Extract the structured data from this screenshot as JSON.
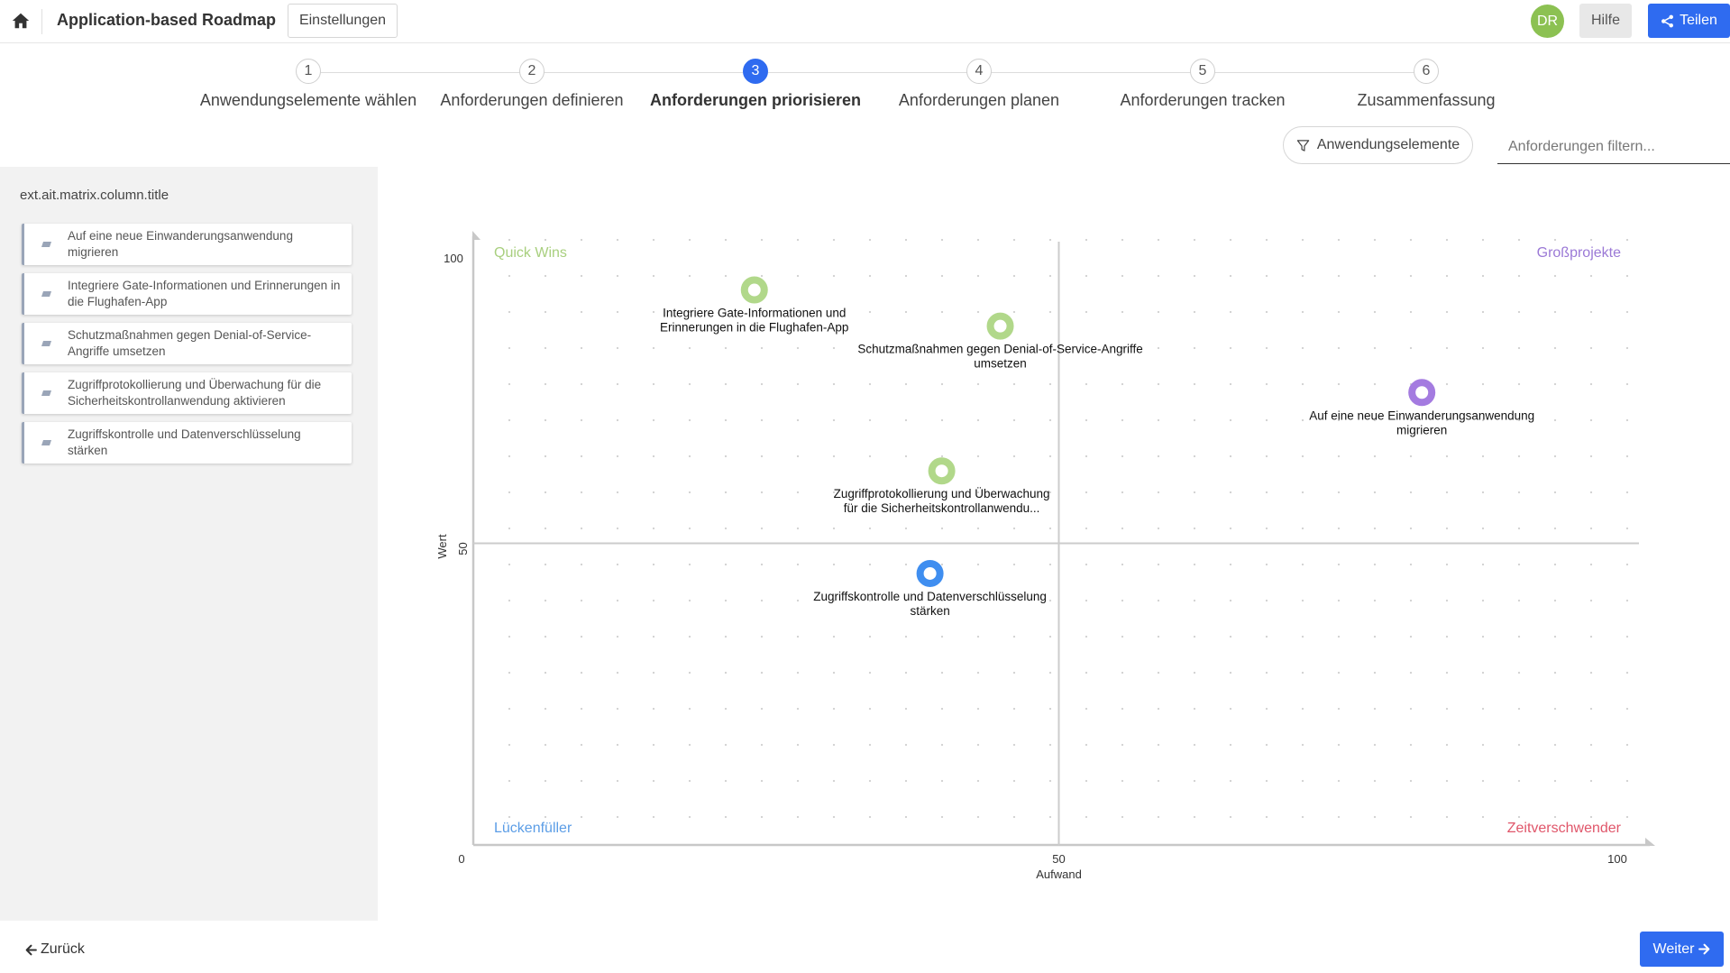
{
  "header": {
    "home_icon": "home-icon",
    "app_title": "Application-based Roadmap",
    "settings_label": "Einstellungen",
    "avatar_initials": "DR",
    "help_label": "Hilfe",
    "share_label": "Teilen",
    "share_icon": "share-icon",
    "accent_color": "#2f6bf0"
  },
  "stepper": {
    "steps": [
      {
        "num": "1",
        "label": "Anwendungselemente wählen"
      },
      {
        "num": "2",
        "label": "Anforderungen definieren"
      },
      {
        "num": "3",
        "label": "Anforderungen priorisieren",
        "active": true
      },
      {
        "num": "4",
        "label": "Anforderungen planen"
      },
      {
        "num": "5",
        "label": "Anforderungen tracken"
      },
      {
        "num": "6",
        "label": "Zusammenfassung"
      }
    ]
  },
  "toolbar": {
    "filter_button_label": "Anwendungselemente",
    "filter_icon": "funnel-icon",
    "filter_input_placeholder": "Anforderungen filtern..."
  },
  "left_panel": {
    "column_title": "ext.ait.matrix.column.title",
    "cards": [
      {
        "label": "Auf eine neue Einwanderungsanwendung migrieren"
      },
      {
        "label": "Integriere Gate-Informationen und Erinnerungen in die Flughafen-App"
      },
      {
        "label": "Schutzmaßnahmen gegen Denial-of-Service-Angriffe umsetzen"
      },
      {
        "label": "Zugriffprotokollierung und Überwachung für die Sicherheitskontrollanwendung aktivieren"
      },
      {
        "label": "Zugriffskontrolle und Datenverschlüsselung stärken"
      }
    ]
  },
  "chart_data": {
    "type": "scatter",
    "xlabel": "Aufwand",
    "ylabel": "Wert",
    "xlim": [
      0,
      100
    ],
    "ylim": [
      0,
      100
    ],
    "x_ticks": [
      "0",
      "50",
      "100"
    ],
    "y_ticks": [
      "50",
      "100"
    ],
    "quadrant_labels": {
      "top_left": {
        "text": "Quick Wins",
        "color": "#a8cf7e"
      },
      "top_right": {
        "text": "Großprojekte",
        "color": "#9b79d6"
      },
      "bottom_left": {
        "text": "Lückenfüller",
        "color": "#5b9de6"
      },
      "bottom_right": {
        "text": "Zeitverschwender",
        "color": "#e0566a"
      }
    },
    "points": [
      {
        "x": 24,
        "y": 92,
        "color": "#b1d88a",
        "label_lines": [
          "Integriere Gate-Informationen und",
          "Erinnerungen in die Flughafen-App"
        ]
      },
      {
        "x": 45,
        "y": 86,
        "color": "#b1d88a",
        "label_lines": [
          "Schutzmaßnahmen gegen Denial-of-Service-Angriffe",
          "umsetzen"
        ]
      },
      {
        "x": 81,
        "y": 75,
        "color": "#a47be0",
        "label_lines": [
          "Auf eine neue Einwanderungsanwendung",
          "migrieren"
        ]
      },
      {
        "x": 40,
        "y": 62,
        "color": "#b1d88a",
        "label_lines": [
          "Zugriffprotokollierung und Überwachung",
          "für die Sicherheitskontrollanwendu..."
        ]
      },
      {
        "x": 39,
        "y": 45,
        "color": "#3f8ef0",
        "label_lines": [
          "Zugriffskontrolle und Datenverschlüsselung",
          "stärken"
        ]
      }
    ],
    "grid": "dotted"
  },
  "footer": {
    "back_label": "Zurück",
    "next_label": "Weiter"
  }
}
